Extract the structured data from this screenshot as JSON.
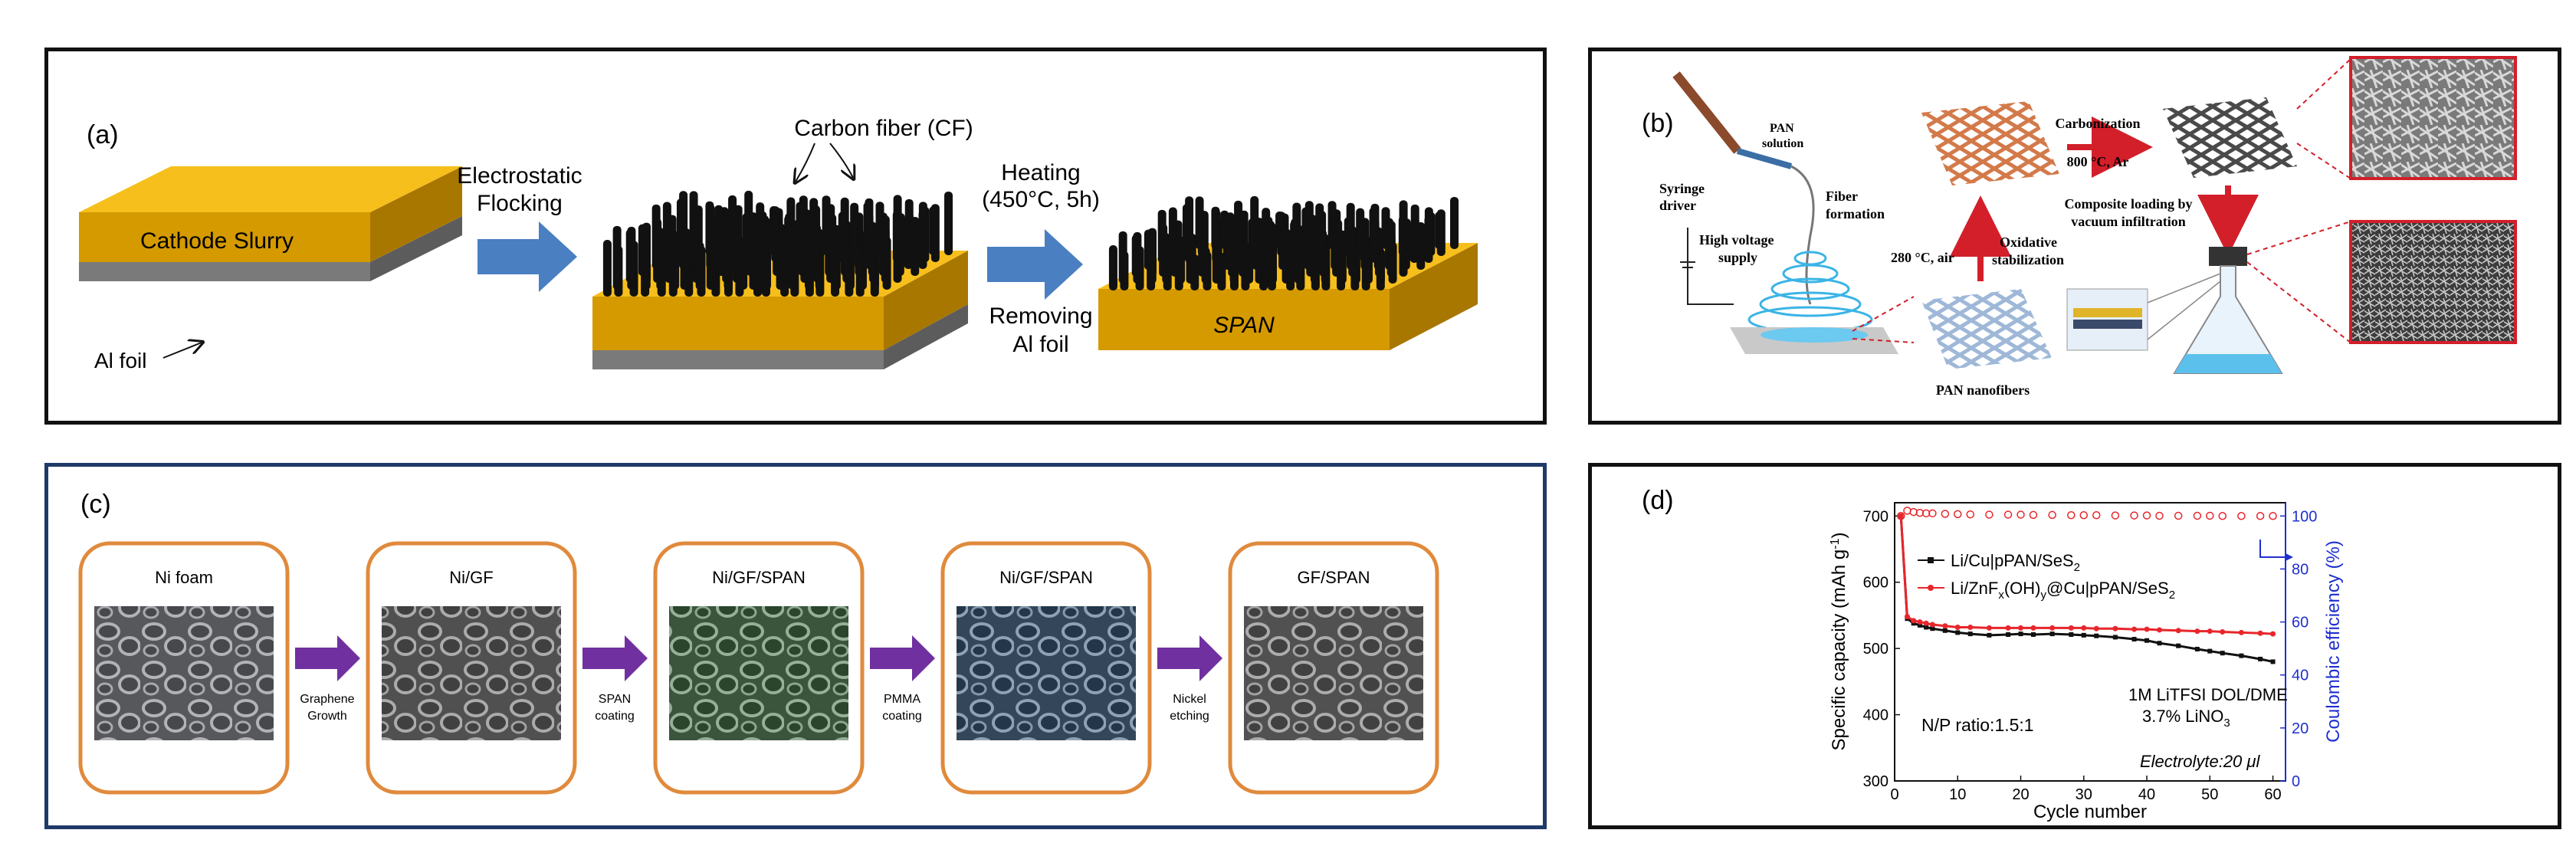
{
  "panel_a": {
    "label": "(a)",
    "cathode_slurry": "Cathode Slurry",
    "al_foil": "Al foil",
    "step1_line1": "Electrostatic",
    "step1_line2": "Flocking",
    "carbon_fiber": "Carbon fiber (CF)",
    "step2_line1": "Heating",
    "step2_line2": "(450°C, 5h)",
    "step3_line1": "Removing",
    "step3_line2": "Al foil",
    "span": "SPAN",
    "colors": {
      "slurry": "#f2b400",
      "arrow": "#4a7fc1",
      "fiber": "#111111",
      "foil": "#9a9a9a"
    }
  },
  "panel_b": {
    "label": "(b)",
    "syringe_driver_1": "Syringe",
    "syringe_driver_2": "driver",
    "pan_solution_1": "PAN",
    "pan_solution_2": "solution",
    "fiber_formation_1": "Fiber",
    "fiber_formation_2": "formation",
    "high_voltage_1": "High voltage",
    "high_voltage_2": "supply",
    "temp_air": "280 °C, air",
    "oxidative_1": "Oxidative",
    "oxidative_2": "stabilization",
    "carbonization": "Carbonization",
    "carb_cond": "800 °C, Ar",
    "composite_1": "Composite loading by",
    "composite_2": "vacuum infiltration",
    "pan_nanofibers": "PAN nanofibers"
  },
  "panel_c": {
    "label": "(c)",
    "steps": [
      {
        "title": "Ni foam",
        "tint": "#8d9199"
      },
      {
        "title": "Ni/GF",
        "tint": "#7f7f7f"
      },
      {
        "title": "Ni/GF/SPAN",
        "tint": "#4f8a55"
      },
      {
        "title": "Ni/GF/SPAN",
        "tint": "#416a95"
      },
      {
        "title": "GF/SPAN",
        "tint": "#808080"
      }
    ],
    "transitions": [
      [
        "Graphene",
        "Growth"
      ],
      [
        "SPAN",
        "coating"
      ],
      [
        "PMMA",
        "coating"
      ],
      [
        "Nickel",
        "etching"
      ]
    ],
    "colors": {
      "box_border": "#e08a3c",
      "arrow": "#7030a0"
    }
  },
  "panel_d": {
    "label": "(d)",
    "y_label": "Specific capacity (mAh g",
    "y_label_sup": "-1",
    "y_label_end": ")",
    "y2_label": "Coulombic efficiency (%)",
    "x_label": "Cycle number",
    "legend_1": "Li/Cu|pPAN/SeS",
    "legend_1_sub": "2",
    "legend_2_a": "Li/ZnF",
    "legend_2_sub_x": "x",
    "legend_2_b": "(OH)",
    "legend_2_sub_y": "y",
    "legend_2_c": "@Cu|pPAN/SeS",
    "legend_2_sub": "2",
    "annot_np": "N/P ratio:1.5:1",
    "annot_elec_1": "1M LiTFSI DOL/DME",
    "annot_elec_2": "3.7% LiNO",
    "annot_elec_2_sub": "3",
    "annot_electrolyte": "Electrolyte:20 μl"
  },
  "chart_data": {
    "type": "line",
    "x": [
      1,
      2,
      3,
      4,
      5,
      6,
      8,
      10,
      12,
      15,
      18,
      20,
      22,
      25,
      28,
      30,
      32,
      35,
      38,
      40,
      42,
      45,
      48,
      50,
      52,
      55,
      58,
      60
    ],
    "series": [
      {
        "name": "Li/Cu|pPAN/SeS2",
        "axis": "left",
        "color": "#111111",
        "values": [
          700,
          545,
          538,
          535,
          532,
          530,
          527,
          524,
          522,
          520,
          521,
          522,
          521,
          522,
          521,
          520,
          519,
          517,
          514,
          512,
          508,
          504,
          499,
          496,
          493,
          489,
          484,
          480
        ]
      },
      {
        "name": "Li/ZnFx(OH)y@Cu|pPAN/SeS2",
        "axis": "left",
        "color": "#e8262b",
        "values": [
          700,
          548,
          542,
          540,
          538,
          536,
          534,
          532,
          532,
          531,
          531,
          531,
          531,
          531,
          531,
          531,
          530,
          530,
          529,
          529,
          528,
          527,
          526,
          526,
          525,
          524,
          523,
          522
        ]
      },
      {
        "name": "",
        "axis": "right",
        "color": "#e8262b",
        "marker": "open-circle",
        "values": [
          100,
          102,
          101.5,
          101.2,
          101,
          101,
          100.8,
          100.7,
          100.6,
          100.5,
          100.5,
          100.5,
          100.4,
          100.4,
          100.3,
          100.3,
          100.3,
          100.2,
          100.2,
          100.2,
          100.1,
          100.1,
          100.1,
          100.1,
          100,
          100,
          100,
          100
        ]
      }
    ],
    "xlim": [
      0,
      62
    ],
    "ylim": [
      300,
      720
    ],
    "y2lim": [
      0,
      105
    ],
    "x_ticks": [
      0,
      10,
      20,
      30,
      40,
      50,
      60
    ],
    "y_ticks": [
      300,
      400,
      500,
      600,
      700
    ],
    "y2_ticks": [
      0,
      20,
      40,
      60,
      80,
      100
    ],
    "xlabel": "Cycle number",
    "ylabel": "Specific capacity (mAh g-1)",
    "y2label": "Coulombic efficiency (%)",
    "legend": "top-left inside plot"
  }
}
